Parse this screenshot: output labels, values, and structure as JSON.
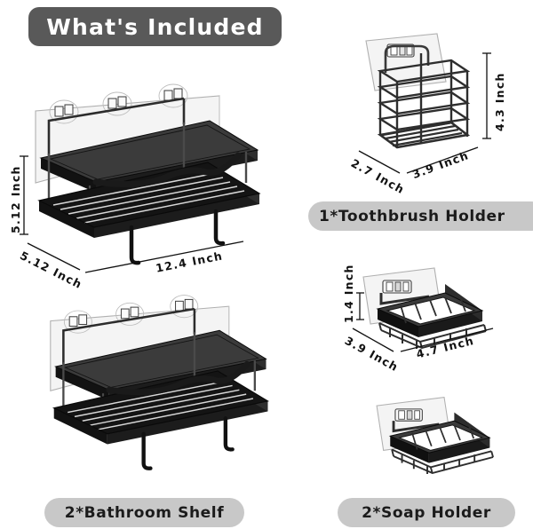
{
  "header": {
    "title": "What's Included",
    "banner_color": "#595959",
    "title_color": "#ffffff"
  },
  "pill_style": {
    "background": "#c8c8c8",
    "text_color": "#1b1b1b"
  },
  "products": [
    {
      "id": "bathroom-shelf-dimensioned",
      "name": "Bathroom Shelf",
      "dimensions": {
        "height": "5.12 Inch",
        "depth": "5.12 Inch",
        "width": "12.4 Inch"
      }
    },
    {
      "id": "toothbrush-holder",
      "name": "Toothbrush Holder",
      "caption": "1*Toothbrush Holder",
      "dimensions": {
        "height": "4.3 Inch",
        "depth": "2.7 Inch",
        "width": "3.9 Inch"
      }
    },
    {
      "id": "soap-holder",
      "name": "Soap Holder",
      "caption": "2*Soap Holder",
      "dimensions": {
        "height": "1.4 Inch",
        "depth": "3.9 Inch",
        "width": "4.7 Inch"
      }
    },
    {
      "id": "bathroom-shelf-plain",
      "name": "Bathroom Shelf",
      "caption": "2*Bathroom Shelf"
    },
    {
      "id": "soap-holder-plain",
      "name": "Soap Holder"
    }
  ],
  "captions": {
    "toothbrush_holder": "1*Toothbrush Holder",
    "bathroom_shelf": "2*Bathroom Shelf",
    "soap_holder": "2*Soap Holder"
  },
  "dimension_labels": {
    "shelf_height": "5.12 Inch",
    "shelf_depth": "5.12 Inch",
    "shelf_width": "12.4 Inch",
    "toothbrush_height": "4.3 Inch",
    "toothbrush_depth": "2.7 Inch",
    "toothbrush_width": "3.9 Inch",
    "soap_height": "1.4 Inch",
    "soap_depth": "3.9 Inch",
    "soap_width": "4.7 Inch"
  },
  "colors": {
    "metal_black": "#121212",
    "metal_dark": "#2b2b2b",
    "wire_gray": "#4a4a4a",
    "adhesive_pad": "#f2f2f2",
    "adhesive_outline": "#9a9a9a",
    "background": "#ffffff"
  }
}
